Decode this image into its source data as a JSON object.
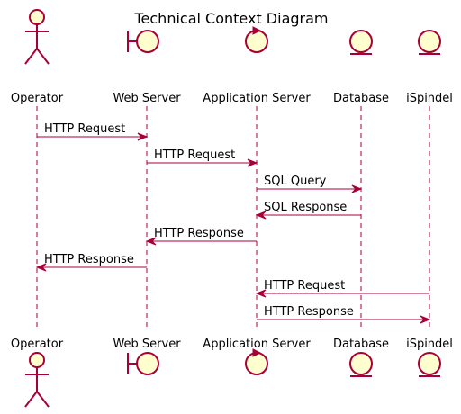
{
  "title": "Technical Context Diagram",
  "participants": [
    {
      "id": "operator",
      "name": "Operator",
      "kind": "actor"
    },
    {
      "id": "web",
      "name": "Web Server",
      "kind": "boundary"
    },
    {
      "id": "app",
      "name": "Application Server",
      "kind": "control"
    },
    {
      "id": "db",
      "name": "Database",
      "kind": "entity"
    },
    {
      "id": "ispindel",
      "name": "iSpindel",
      "kind": "entity"
    }
  ],
  "messages": [
    {
      "from": "operator",
      "to": "web",
      "label": "HTTP Request"
    },
    {
      "from": "web",
      "to": "app",
      "label": "HTTP Request"
    },
    {
      "from": "app",
      "to": "db",
      "label": "SQL Query"
    },
    {
      "from": "db",
      "to": "app",
      "label": "SQL Response"
    },
    {
      "from": "app",
      "to": "web",
      "label": "HTTP Response"
    },
    {
      "from": "web",
      "to": "operator",
      "label": "HTTP Response"
    },
    {
      "from": "ispindel",
      "to": "app",
      "label": "HTTP Request"
    },
    {
      "from": "app",
      "to": "ispindel",
      "label": "HTTP Response"
    }
  ],
  "colors": {
    "line": "#a80036",
    "fill": "#fefece",
    "text": "#000000"
  }
}
